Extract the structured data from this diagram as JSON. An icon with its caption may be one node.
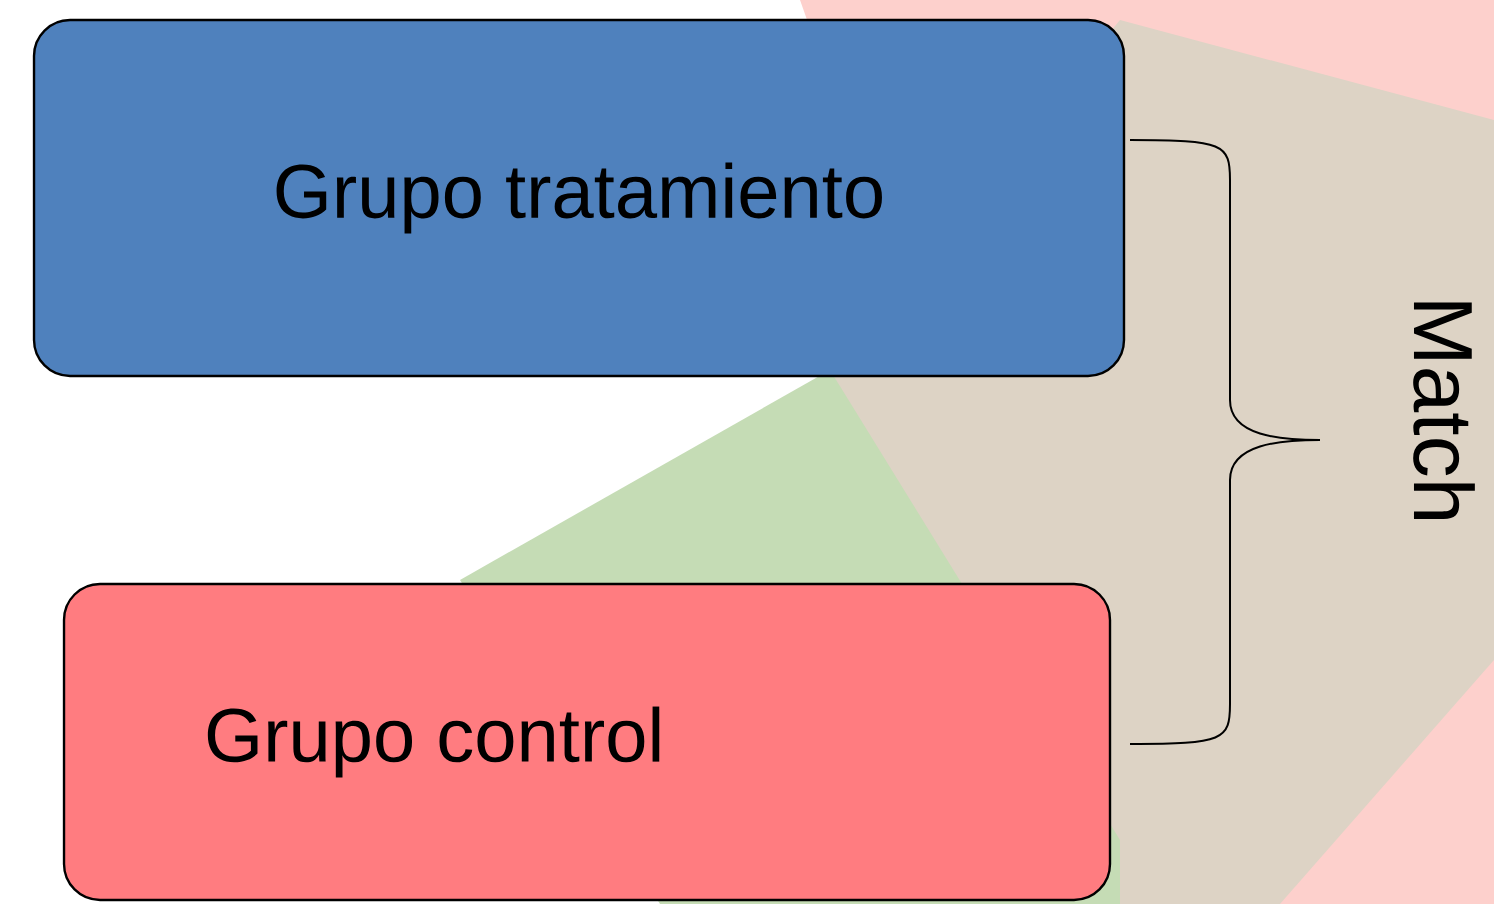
{
  "diagram": {
    "nodes": [
      {
        "text": [
          "Grupo tratamiento"
        ]
      },
      {
        "text": [
          "Grupo control"
        ]
      }
    ],
    "labels": [
      "Match"
    ]
  }
}
